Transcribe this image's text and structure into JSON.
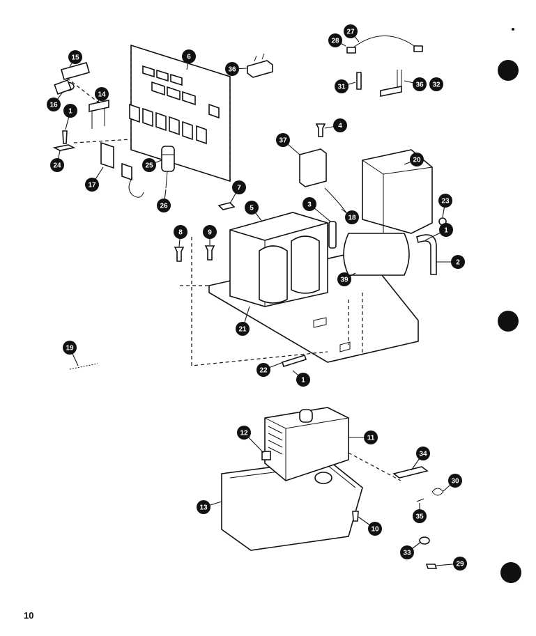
{
  "page_number": "10",
  "callouts": [
    {
      "id": "c15",
      "label": "15"
    },
    {
      "id": "c6",
      "label": "6"
    },
    {
      "id": "c36a",
      "label": "36"
    },
    {
      "id": "c28a",
      "label": "28"
    },
    {
      "id": "c27",
      "label": "27"
    },
    {
      "id": "c31",
      "label": "31"
    },
    {
      "id": "c36b",
      "label": "36"
    },
    {
      "id": "c32",
      "label": "32"
    },
    {
      "id": "c16a",
      "label": "16"
    },
    {
      "id": "c14",
      "label": "14"
    },
    {
      "id": "c1a",
      "label": "1"
    },
    {
      "id": "c24",
      "label": "24"
    },
    {
      "id": "c25",
      "label": "25"
    },
    {
      "id": "c17",
      "label": "17"
    },
    {
      "id": "c26",
      "label": "26"
    },
    {
      "id": "c4",
      "label": "4"
    },
    {
      "id": "c37",
      "label": "37"
    },
    {
      "id": "c20",
      "label": "20"
    },
    {
      "id": "c7",
      "label": "7"
    },
    {
      "id": "c3",
      "label": "3"
    },
    {
      "id": "c5",
      "label": "5"
    },
    {
      "id": "c18",
      "label": "18"
    },
    {
      "id": "c23",
      "label": "23"
    },
    {
      "id": "c1b",
      "label": "1"
    },
    {
      "id": "c8",
      "label": "8"
    },
    {
      "id": "c9",
      "label": "9"
    },
    {
      "id": "c2",
      "label": "2"
    },
    {
      "id": "c39",
      "label": "39"
    },
    {
      "id": "c21",
      "label": "21"
    },
    {
      "id": "c19",
      "label": "19"
    },
    {
      "id": "c22",
      "label": "22"
    },
    {
      "id": "c1c",
      "label": "1"
    },
    {
      "id": "c12",
      "label": "12"
    },
    {
      "id": "c11",
      "label": "11"
    },
    {
      "id": "c34",
      "label": "34"
    },
    {
      "id": "c30",
      "label": "30"
    },
    {
      "id": "c13",
      "label": "13"
    },
    {
      "id": "c35",
      "label": "35"
    },
    {
      "id": "c10",
      "label": "10"
    },
    {
      "id": "c33",
      "label": "33"
    },
    {
      "id": "c29",
      "label": "29"
    }
  ]
}
